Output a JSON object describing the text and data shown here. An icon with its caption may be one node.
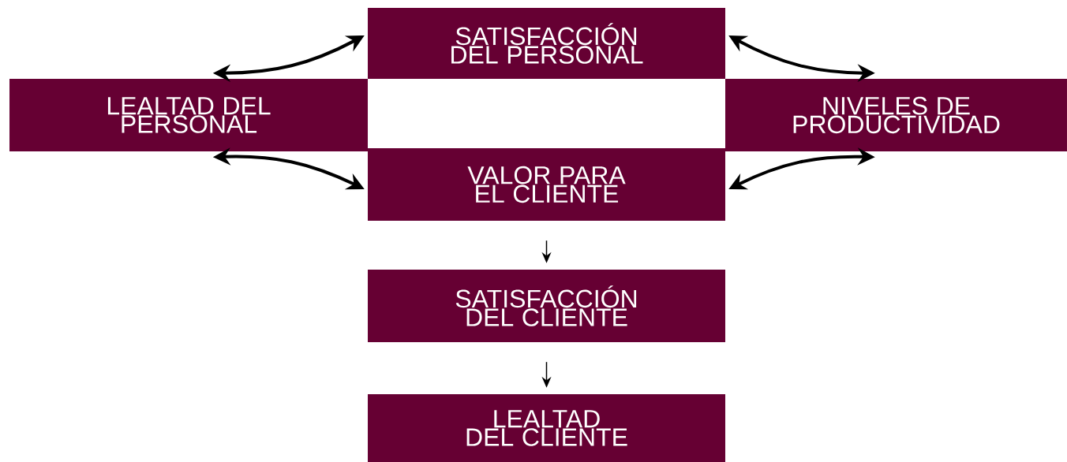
{
  "diagram": {
    "nodes": [
      {
        "text": [
          "SATISFACCIÓN DEL PERSONAL"
        ]
      },
      {
        "text": [
          "LEALTAD DEL PERSONAL"
        ]
      },
      {
        "text": [
          "NIVELES DE PRODUCTIVIDAD"
        ]
      },
      {
        "text": [
          "VALOR PARA EL CLIENTE"
        ]
      },
      {
        "text": [
          "SATISFACCIÓN DEL CLIENTE"
        ]
      },
      {
        "text": [
          "LEALTAD DEL CLIENTE"
        ]
      }
    ],
    "edges": [
      {
        "from": 1,
        "to": 0,
        "arrow": "both"
      },
      {
        "from": 0,
        "to": 2,
        "arrow": "both"
      },
      {
        "from": 1,
        "to": 3,
        "arrow": "both"
      },
      {
        "from": 3,
        "to": 2,
        "arrow": "both"
      },
      {
        "from": 3,
        "to": 4,
        "arrow": "to"
      },
      {
        "from": 4,
        "to": 5,
        "arrow": "to"
      }
    ]
  }
}
